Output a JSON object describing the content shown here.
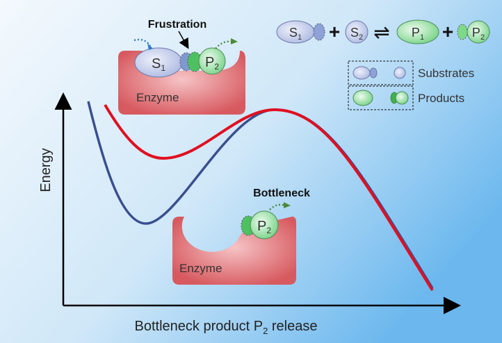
{
  "axes": {
    "y_label": "Energy",
    "x_label_prefix": "Bottleneck product P",
    "x_label_sub": "2",
    "x_label_suffix": " release"
  },
  "top_enzyme": {
    "label": "Enzyme",
    "annotation": "Frustration",
    "s1": "S",
    "s1_sub": "1",
    "p2": "P",
    "p2_sub": "2"
  },
  "bottom_enzyme": {
    "label": "Enzyme",
    "annotation": "Bottleneck",
    "p2": "P",
    "p2_sub": "2"
  },
  "reaction": {
    "s1": "S",
    "s1_sub": "1",
    "s2": "S",
    "s2_sub": "2",
    "p1": "P",
    "p1_sub": "1",
    "p2": "P",
    "p2_sub": "2",
    "plus": "+",
    "arrow": "⇌"
  },
  "legend": {
    "substrates": "Substrates",
    "products": "Products"
  },
  "colors": {
    "blue_curve": "#3a4f8f",
    "red_curve": "#e01020",
    "enzyme": "#d9575e",
    "substrate": "#b7c4e8",
    "product": "#9fe0a8"
  }
}
